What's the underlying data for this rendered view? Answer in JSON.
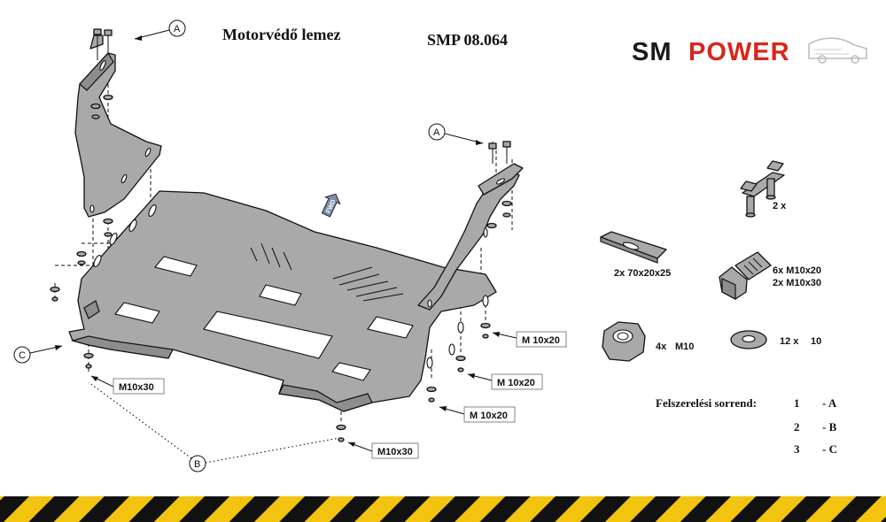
{
  "title": "Motorvédő lemez",
  "code": "SMP 08.064",
  "logo": {
    "text_sm": "SM",
    "text_power": "POWER",
    "color_sm": "#1a1a1a",
    "color_power": "#d9261c"
  },
  "callouts": {
    "a_top": "A",
    "a_right": "A",
    "c": "C",
    "b": "B"
  },
  "bolt_labels": {
    "m10x30_left": "M10x30",
    "m10x30_bottom": "M10x30",
    "m10x20_1": "M 10x20",
    "m10x20_2": "M 10x20",
    "m10x20_3": "M 10x20"
  },
  "parts": {
    "clamp_qty": "2 x",
    "plate_qty": "2x 70x20x25",
    "bolt_qty_1": "6x M10x20",
    "bolt_qty_2": "2x M10x30",
    "nut_qty": "4x",
    "nut_size": "M10",
    "washer_qty": "12 x",
    "washer_size": "10"
  },
  "order": {
    "label": "Felszerelési sorrend:",
    "steps": [
      {
        "n": "1",
        "code": "- A"
      },
      {
        "n": "2",
        "code": "- B"
      },
      {
        "n": "3",
        "code": "- C"
      }
    ]
  },
  "fwd_label": "FWD",
  "colors": {
    "part_gray": "#a9a9a9",
    "stripe_yellow": "#f2c40f",
    "stripe_black": "#111111",
    "accent_red": "#d9261c"
  }
}
